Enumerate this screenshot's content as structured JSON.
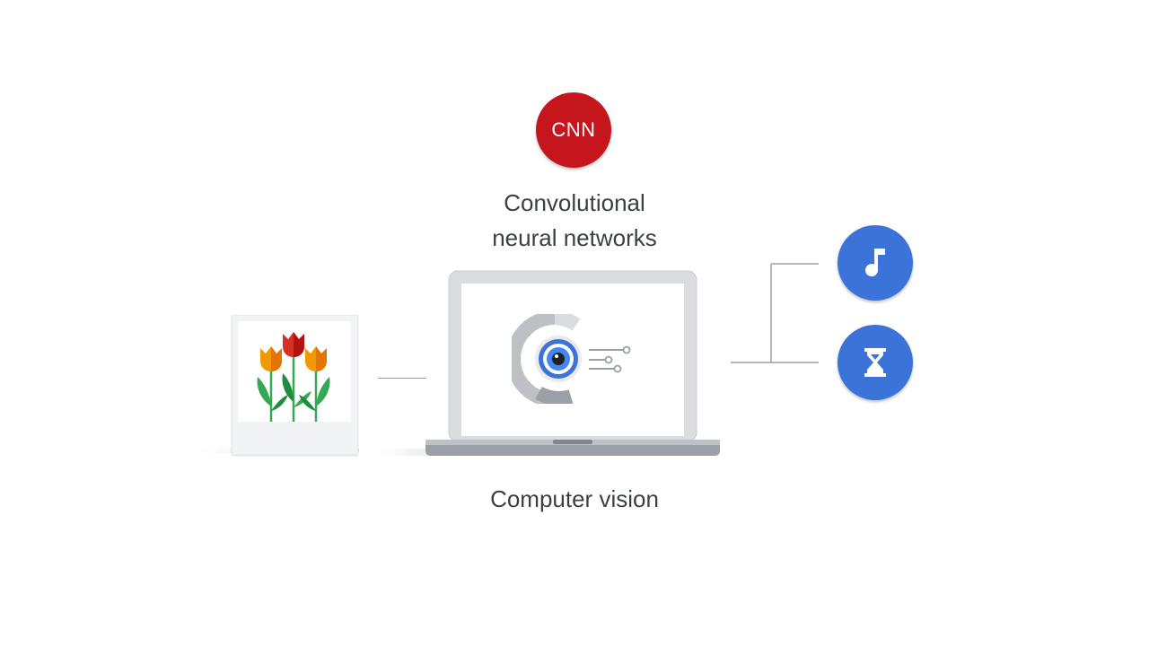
{
  "cnn": {
    "badge_label": "CNN",
    "title_line1": "Convolutional",
    "title_line2": "neural networks",
    "color": "#c5161d"
  },
  "computer_vision": {
    "label": "Computer vision"
  },
  "photo": {
    "icon": "tulips-image-icon"
  },
  "laptop": {
    "icon": "laptop-icon",
    "screen_icon": "eye-camera-icon"
  },
  "outputs": [
    {
      "icon": "music-note-icon",
      "color": "#3b73d9"
    },
    {
      "icon": "hourglass-icon",
      "color": "#3b73d9"
    }
  ]
}
